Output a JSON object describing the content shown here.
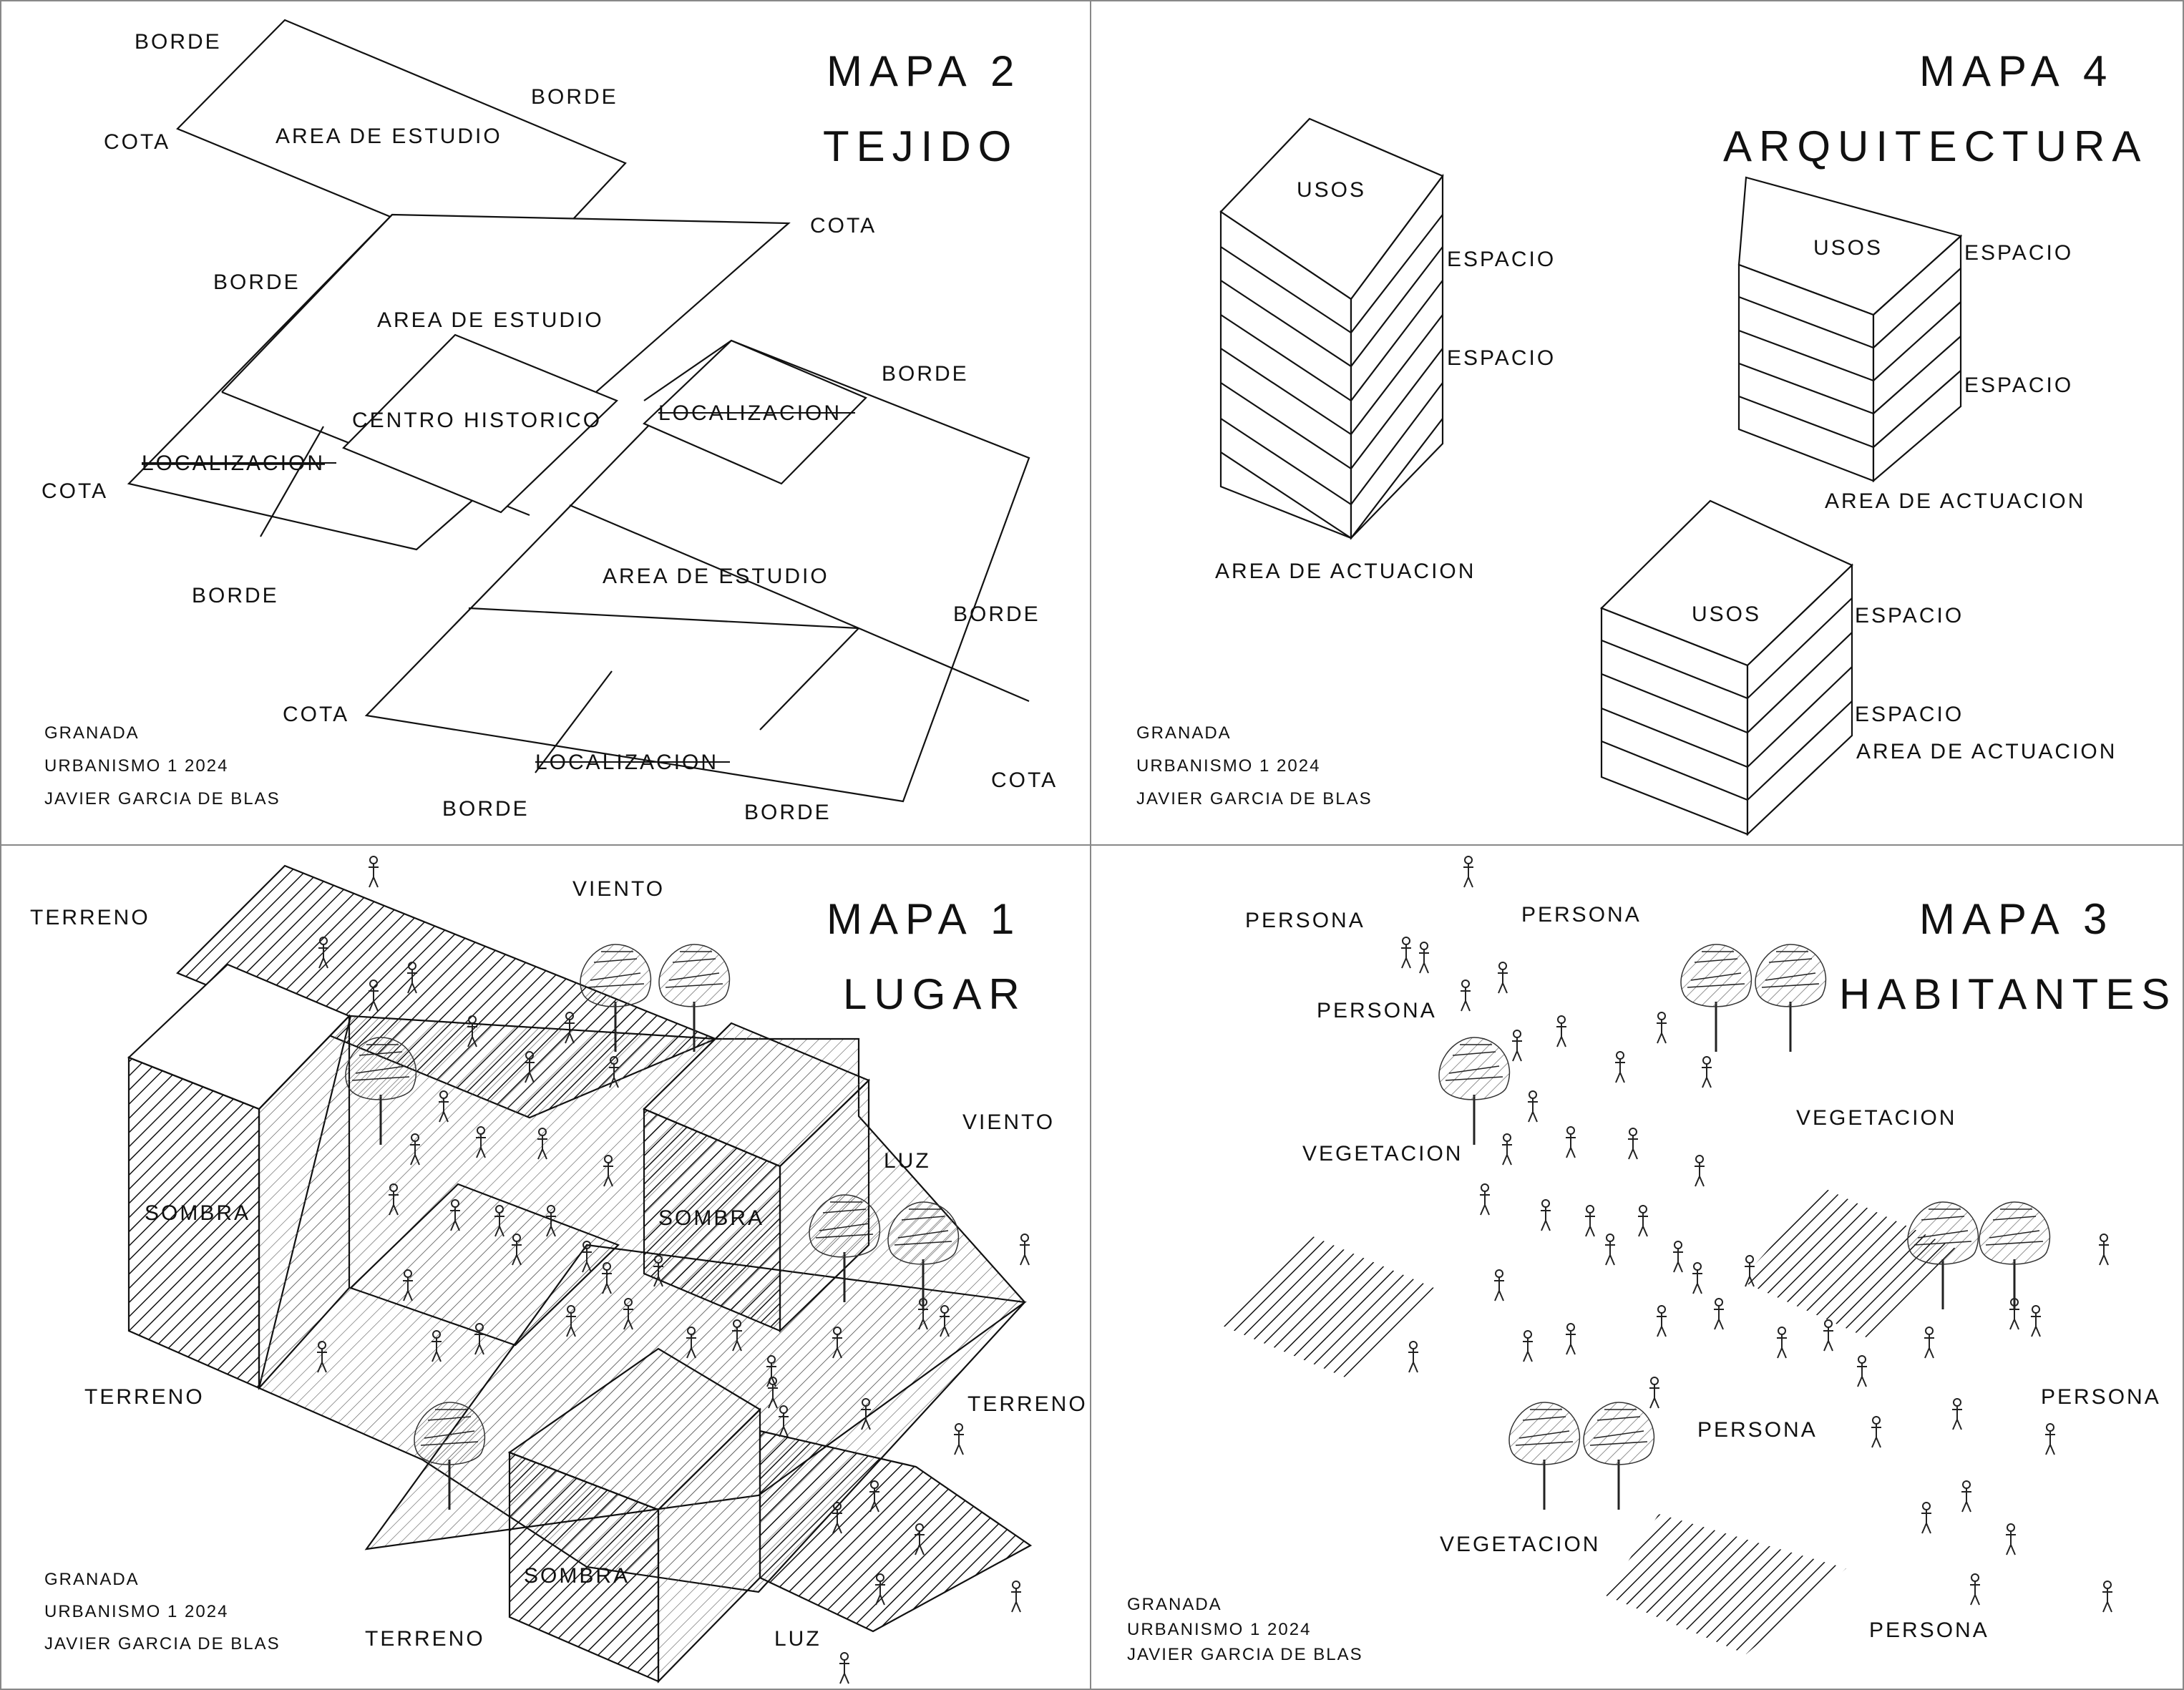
{
  "panels": {
    "mapa2": {
      "title": "MAPA 2",
      "subtitle": "TEJIDO",
      "labels": {
        "borde": "BORDE",
        "cota": "COTA",
        "area_estudio": "AREA DE ESTUDIO",
        "centro_historico": "CENTRO HISTORICO",
        "localizacion": "LOCALIZACION"
      },
      "credits": [
        "GRANADA",
        "URBANISMO 1 2024",
        "JAVIER GARCIA DE BLAS"
      ]
    },
    "mapa4": {
      "title": "MAPA 4",
      "subtitle": "ARQUITECTURA",
      "labels": {
        "usos": "USOS",
        "espacio": "ESPACIO",
        "area_actuacion": "AREA DE ACTUACION"
      },
      "credits": [
        "GRANADA",
        "URBANISMO 1 2024",
        "JAVIER GARCIA DE BLAS"
      ]
    },
    "mapa1": {
      "title": "MAPA 1",
      "subtitle": "LUGAR",
      "labels": {
        "terreno": "TERRENO",
        "viento": "VIENTO",
        "luz": "LUZ",
        "sombra": "SOMBRA"
      },
      "credits": [
        "GRANADA",
        "URBANISMO 1 2024",
        "JAVIER GARCIA DE BLAS"
      ]
    },
    "mapa3": {
      "title": "MAPA 3",
      "subtitle": "HABITANTES",
      "labels": {
        "persona": "PERSONA",
        "vegetacion": "VEGETACION"
      },
      "credits": [
        "GRANADA",
        "URBANISMO 1 2024",
        "JAVIER GARCIA DE BLAS"
      ]
    }
  }
}
